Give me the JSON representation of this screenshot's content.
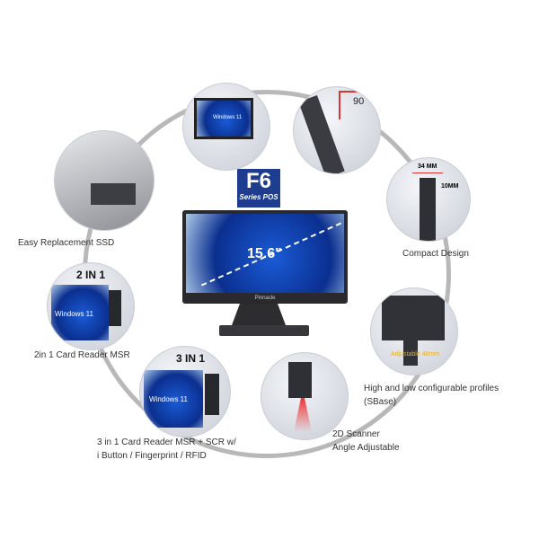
{
  "logo": {
    "title": "F6",
    "subtitle": "Series POS",
    "color": "#1f3d8f"
  },
  "main_screen": {
    "size_label": "15.6\"",
    "brand": "Pinnacle"
  },
  "features": [
    {
      "label": "Easy Replacement SSD"
    },
    {
      "label": "2in 1 Card Reader MSR",
      "badge": "2 IN 1",
      "screen_text": "Windows 11"
    },
    {
      "label_line1": "3 in 1 Card Reader MSR + SCR  w/",
      "label_line2": "i Button / Fingerprint / RFID",
      "badge": "3 IN 1",
      "screen_text": "Windows 11"
    },
    {
      "label_line1": "2D Scanner",
      "label_line2": "Angle Adjustable"
    },
    {
      "label_line1": "High and low configurable profiles",
      "label_line2": "(SBase)",
      "badge": "Adjustable 48mm"
    },
    {
      "label": "Compact Design",
      "dim1": "34 MM",
      "dim2": "10MM"
    },
    {
      "angle": "90"
    },
    {
      "screen_text": "Windows 11"
    }
  ]
}
